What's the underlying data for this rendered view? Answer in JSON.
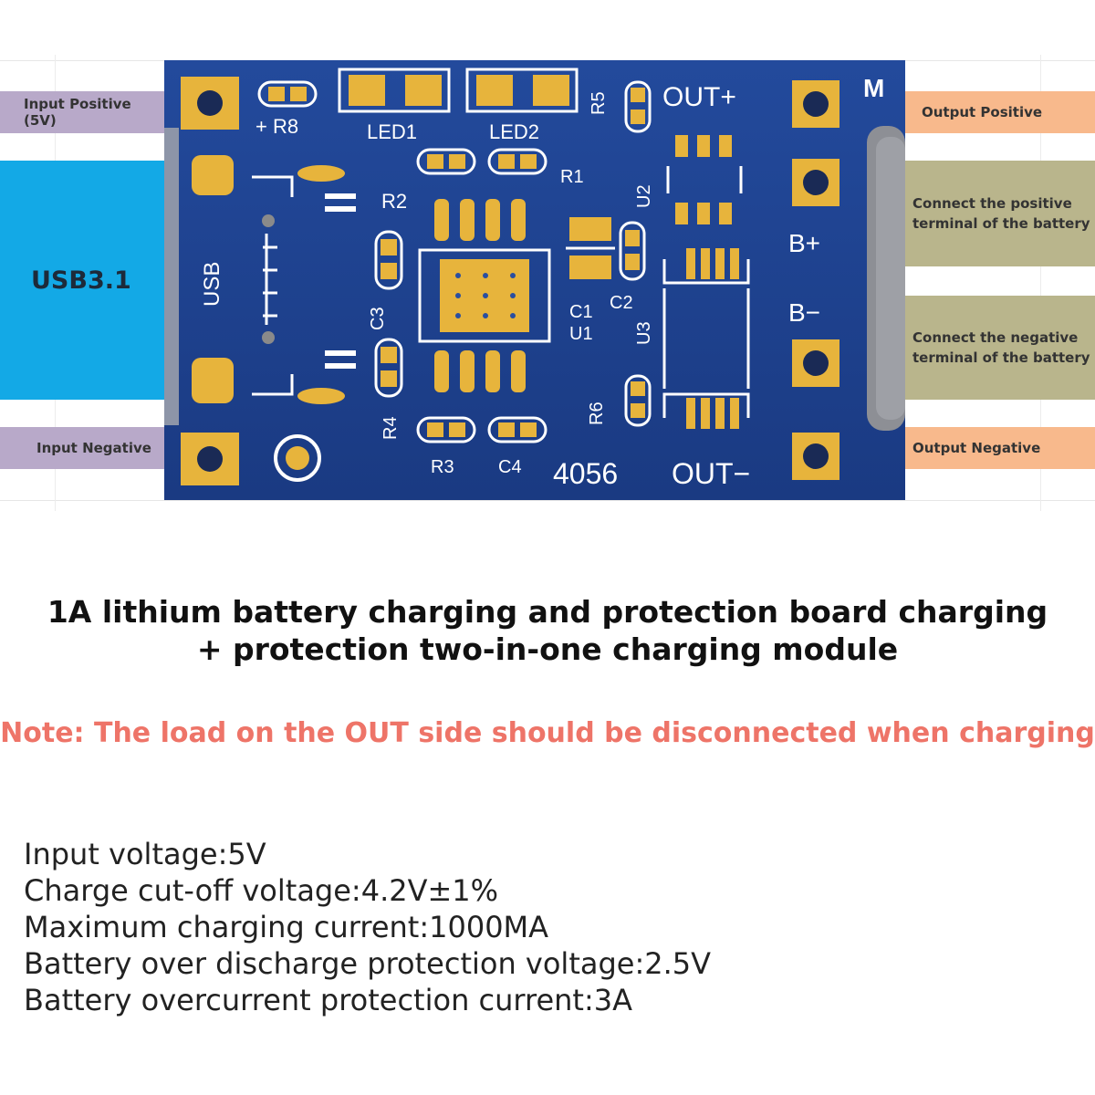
{
  "labels": {
    "input_positive": "Input Positive (5V)",
    "usb": "USB3.1",
    "input_negative": "Input Negative",
    "output_positive": "Output Positive",
    "battery_positive": "Connect the positive terminal of the battery",
    "battery_negative": "Connect the negative terminal of the battery",
    "output_negative": "Output  Negative"
  },
  "board": {
    "silkscreen": {
      "r8": "+ R8",
      "led1": "LED1",
      "led2": "LED2",
      "r5": "R5",
      "out_plus": "OUT+",
      "m": "M",
      "r1": "R1",
      "r2": "R2",
      "u2": "U2",
      "b_plus": "B+",
      "b_minus": "B−",
      "usb": "USB",
      "c3": "C3",
      "c1": "C1",
      "c2": "C2",
      "u1": "U1",
      "u3": "U3",
      "r6": "R6",
      "r4": "R4",
      "r3": "R3",
      "c4": "C4",
      "ic": "4056",
      "out_minus": "OUT−"
    }
  },
  "title": {
    "line1": "1A lithium battery charging and protection board charging",
    "line2": "+ protection two-in-one charging module"
  },
  "note": "Note: The load on the OUT side should be disconnected when charging",
  "specs": [
    "Input voltage:5V",
    "Charge cut-off voltage:4.2V±1%",
    "Maximum charging current:1000MA",
    "Battery over discharge protection voltage:2.5V",
    "Battery overcurrent protection current:3A"
  ],
  "colors": {
    "pcb": "#1d3f8c",
    "pad": "#e7b43c",
    "silk": "#ffffff",
    "label_purple": "#b8a9c9",
    "label_blue": "#13a9e6",
    "label_orange": "#f8b98c",
    "label_olive": "#b9b58c",
    "note": "#ee7468"
  }
}
